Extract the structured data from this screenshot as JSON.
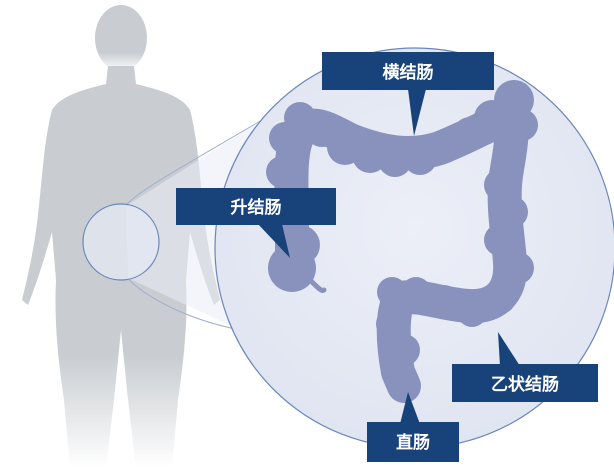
{
  "colors": {
    "background": "#ffffff",
    "silhouette": "#c9cdd1",
    "magnifier_fill": "#e4e8f3",
    "magnifier_stroke": "#6b87b8",
    "colon_fill": "#8992bd",
    "colon_shade": "#7a83b1",
    "label_box": "#17427a",
    "label_text": "#ffffff"
  },
  "labels": {
    "transverse_colon": "横结肠",
    "ascending_colon": "升结肠",
    "sigmoid_colon": "乙状结肠",
    "rectum": "直肠"
  }
}
